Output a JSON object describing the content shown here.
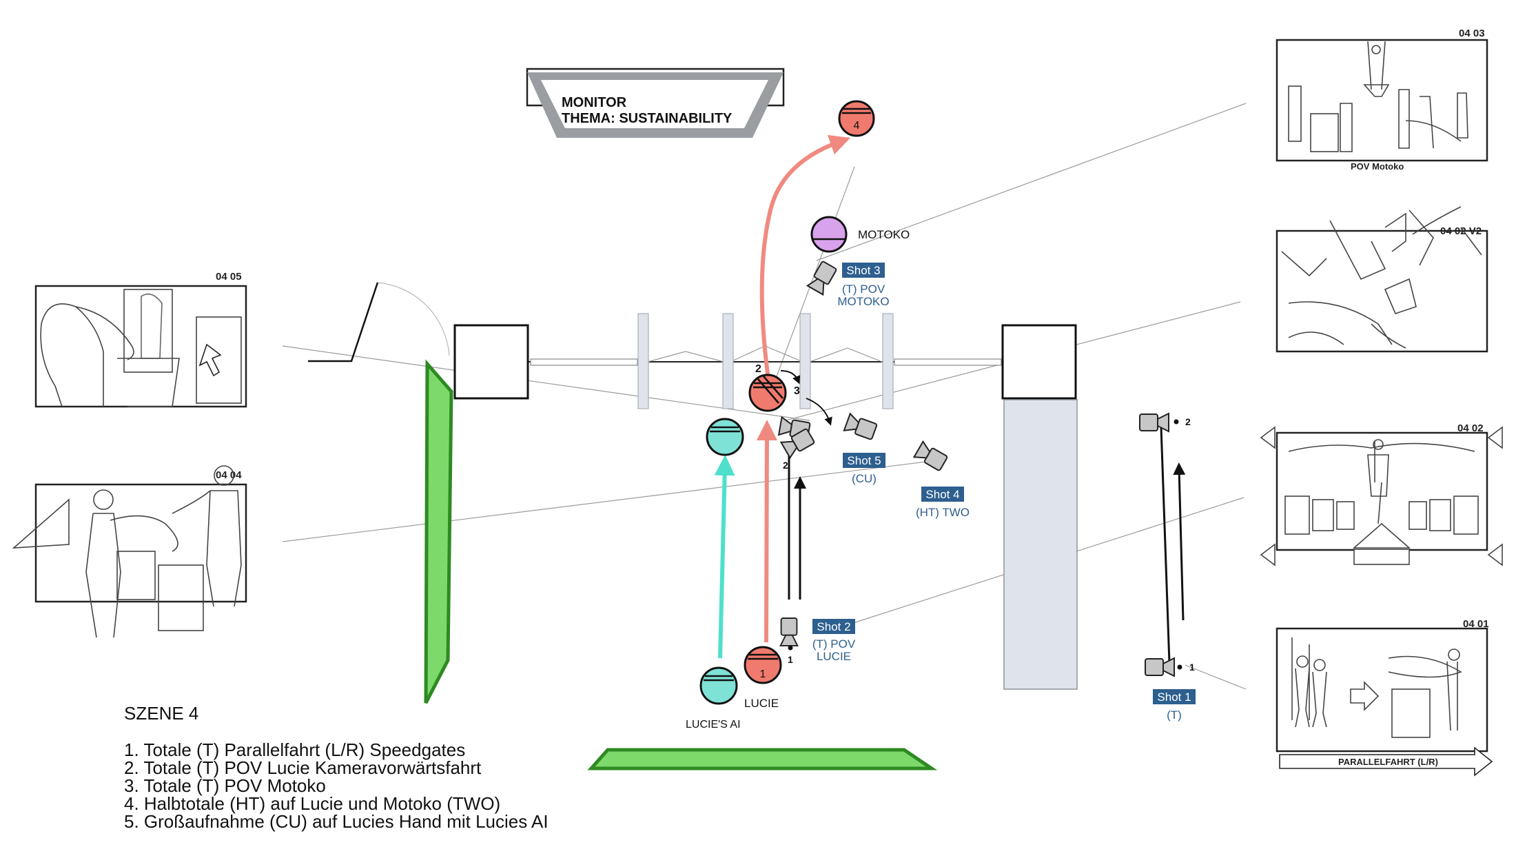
{
  "monitor": {
    "line1": "MONITOR",
    "line2": "THEMA: SUSTAINABILITY"
  },
  "characters": {
    "motoko": "MOTOKO",
    "lucie": "LUCIE",
    "lucies_ai": "LUCIE'S AI"
  },
  "marker_numbers": {
    "lucie_start": "1",
    "lucie_gate": "",
    "lucie_end": "4"
  },
  "gate_path_numbers": {
    "a": "2",
    "b": "3"
  },
  "shots": [
    {
      "label": "Shot 1",
      "desc": [
        "(T)"
      ]
    },
    {
      "label": "Shot 2",
      "desc": [
        "(T) POV",
        "LUCIE"
      ]
    },
    {
      "label": "Shot 3",
      "desc": [
        "(T) POV",
        "MOTOKO"
      ]
    },
    {
      "label": "Shot 4",
      "desc": [
        "(HT) TWO"
      ]
    },
    {
      "label": "Shot 5",
      "desc": [
        "(CU)"
      ]
    }
  ],
  "position_numbers": {
    "shot1_start": "1",
    "shot1_end": "2",
    "shot2_start": "1",
    "shot2_end": "2"
  },
  "storyboards": [
    {
      "id": "04 05",
      "caption": ""
    },
    {
      "id": "04 04",
      "caption": ""
    },
    {
      "id": "04 03",
      "caption": "POV Motoko"
    },
    {
      "id": "04 02 V2",
      "caption": ""
    },
    {
      "id": "04 02",
      "caption": ""
    },
    {
      "id": "04 01",
      "caption": "PARALLELFAHRT (L/R)"
    }
  ],
  "scene": {
    "title": "SZENE 4",
    "items": [
      "1. Totale (T) Parallelfahrt (L/R) Speedgates",
      "2. Totale (T) POV Lucie Kameravorwärtsfahrt",
      "3. Totale (T) POV Motoko",
      "4. Halbtotale (HT) auf Lucie und Motoko (TWO)",
      "5. Großaufnahme (CU) auf Lucies Hand mit Lucies AI"
    ]
  },
  "colors": {
    "lucie": "#f07a6e",
    "lucie_path": "#f08a80",
    "motoko": "#d9a2ec",
    "ai": "#7ee3d6",
    "ai_path": "#4fe0cc",
    "wall_green": "#7dd96a",
    "wall_green_edge": "#2e8a22",
    "label_bg": "#2d5f8f",
    "label_text": "#2d5f8f",
    "gate_grey": "#dfe4ea",
    "monitor_grey": "#9a9ea3"
  },
  "icons": [
    "camera-icon",
    "arrow-icon",
    "character-marker-icon"
  ]
}
